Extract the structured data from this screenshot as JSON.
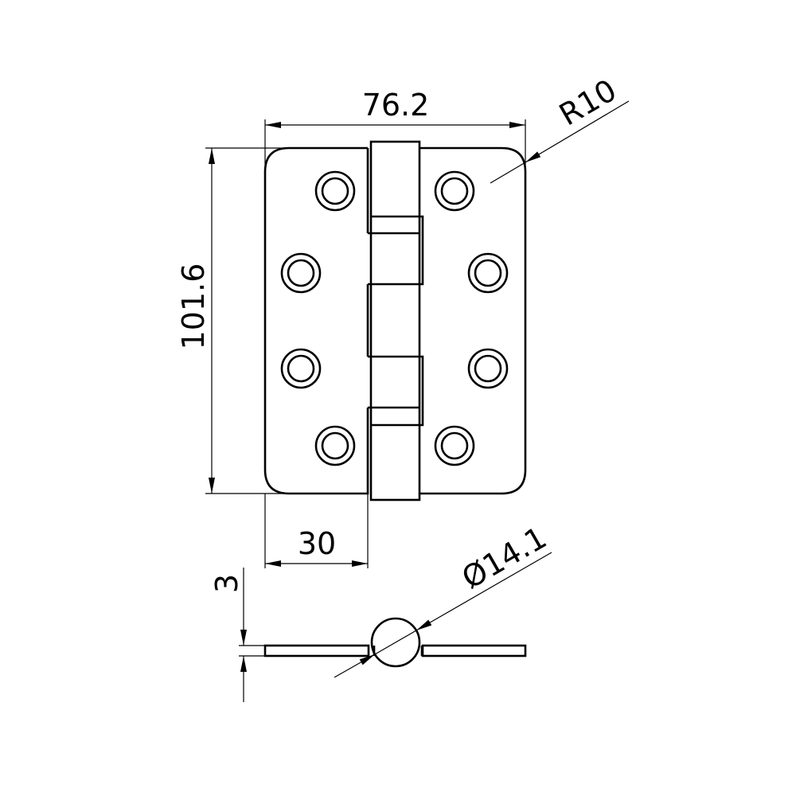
{
  "drawing": {
    "title": "Ball bearing butt hinge with radius corners",
    "dimensions": {
      "width": "76.2",
      "height": "101.6",
      "corner_radius": "R10",
      "leaf_width": "30",
      "thickness": "3",
      "knuckle_diameter": "Ø14.1"
    },
    "line_color": "#000000",
    "background": "#ffffff"
  }
}
